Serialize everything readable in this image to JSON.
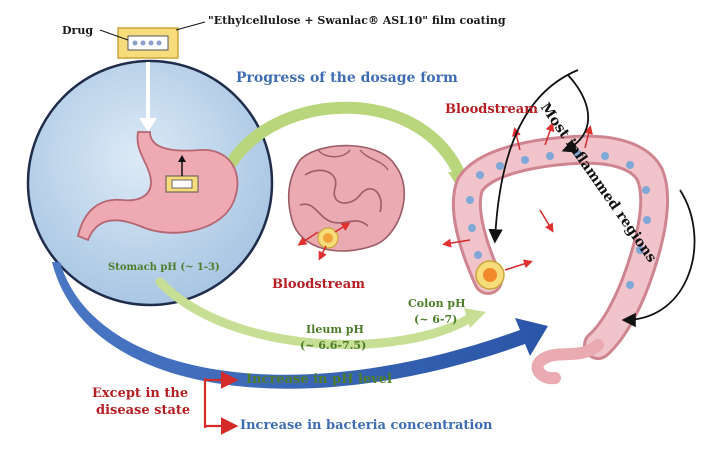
{
  "labels": {
    "drug": "Drug",
    "coating": "\"Ethylcellulose + Swanlac® ASL10\" film coating",
    "progress": "Progress of the dosage form",
    "bloodstream_colon": "Bloodstream",
    "bloodstream_ileum": "Bloodstream",
    "inflamed": "Most inflammed regions",
    "stomach_ph": "Stomach pH (~ 1-3)",
    "ileum_ph_line1": "Ileum pH",
    "ileum_ph_line2": "(~ 6.6-7.5)",
    "colon_ph_line1": "Colon pH",
    "colon_ph_line2": "(~ 6-7)",
    "except_line1": "Except in the",
    "except_line2": "disease state",
    "increase_ph": "Increase in pH level",
    "increase_bacteria": "Increase in bacteria concentration"
  },
  "colors": {
    "blue_arrow": "#2f5fb4",
    "green_arrow": "#b9d67c",
    "red_text": "#b51e23",
    "green_text": "#4e7d2a",
    "blue_text": "#3f6db3",
    "stomach_circle": "#c8ddf0",
    "organ_pink": "#e8a7b0",
    "tablet_yellow": "#f6dc7a"
  }
}
